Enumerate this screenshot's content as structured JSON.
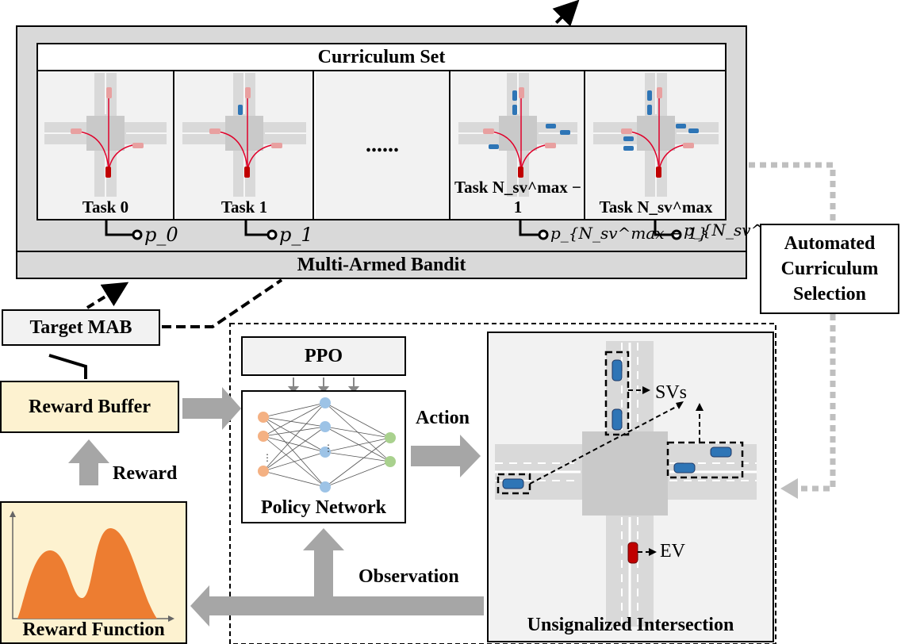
{
  "curriculum": {
    "title": "Curriculum Set",
    "ellipsis": "......",
    "tasks": [
      {
        "label": "Task 0"
      },
      {
        "label": "Task 1"
      },
      {
        "label": "Task N_sv^max − 1"
      },
      {
        "label": "Task N_sv^max"
      }
    ],
    "probabilities": [
      "p_0",
      "p_1",
      "p_{N_sv^max − 1}",
      "p_{N_sv^max}"
    ],
    "bandit_label": "Multi-Armed Bandit"
  },
  "target_mab": "Target MAB",
  "reward_buffer": "Reward Buffer",
  "reward_label": "Reward",
  "reward_function": "Reward Function",
  "ppo": "PPO",
  "policy_network": "Policy Network",
  "action_label": "Action",
  "observation_label": "Observation",
  "automated_selection": [
    "Automated",
    "Curriculum",
    "Selection"
  ],
  "intersection": {
    "title": "Unsignalized Intersection",
    "svs_label": "SVs",
    "ev_label": "EV"
  },
  "colors": {
    "outer_gray": "#d9d9d9",
    "panel_gray": "#f2f2f2",
    "cream": "#fdf2d0",
    "orange": "#ed7d31",
    "blue_node": "#9dc3e6",
    "orange_node": "#f4b183",
    "green_node": "#a9d18e",
    "arrow_gray": "#a6a6a6",
    "ev_red": "#c00000",
    "sv_blue": "#2e75b6"
  }
}
